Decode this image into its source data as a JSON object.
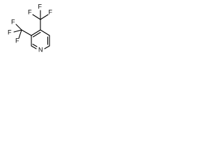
{
  "molecule": {
    "ring_atom_label": "N",
    "substituent_group_top": {
      "central_atom": "C",
      "fluorines": [
        "F",
        "F",
        "F"
      ]
    },
    "substituent_group_left": {
      "central_atom": "C",
      "fluorines": [
        "F",
        "F",
        "F"
      ]
    }
  },
  "colors": {
    "bond": "#000000",
    "background": "#ffffff"
  }
}
